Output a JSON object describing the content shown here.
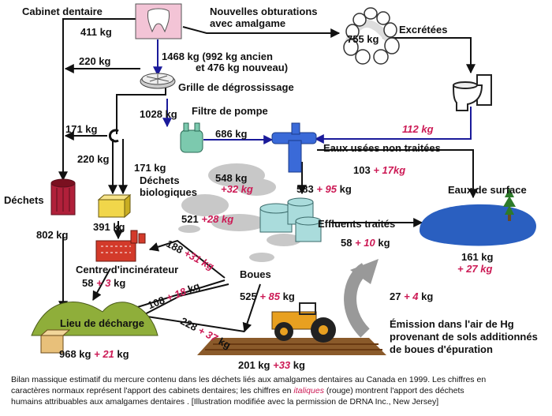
{
  "labels": {
    "cabinet": "Cabinet dentaire",
    "nouvelles": "Nouvelles obturations",
    "avec_amalgame": "avec amalgame",
    "kg411": "411 kg",
    "kg755": "755 kg",
    "excretees": "Excrétées",
    "kg220a": "220 kg",
    "kg1468a": "1468 kg (992 kg ancien",
    "kg1468b": "et 476 kg nouveau)",
    "grille": "Grille de dégrossissage",
    "kg1028": "1028 kg",
    "filtre": "Filtre de pompe",
    "kg171a": "171 kg",
    "kg686": "686 kg",
    "kg112": "112 kg",
    "eaux_usees": "Eaux usées non traitées",
    "kg220b": "220 kg",
    "kg171b": "171 kg",
    "dechets_bio_1": "Déchets",
    "dechets_bio_2": "biologiques",
    "kg548": "548 kg",
    "plus32": "+32 kg",
    "kg103": "103",
    "plus17": "+ 17kg",
    "eaux_surface": "Eaux de surface",
    "dechets": "Déchets",
    "kg583": "583",
    "plus95": "+ 95",
    "kg_unit": "kg",
    "kg521": "521",
    "plus28": "+28 kg",
    "effluents": "Effluents traités",
    "kg391": "391 kg",
    "kg802": "802 kg",
    "kg58b": "58",
    "plus10": "+ 10",
    "kg_unit2": "kg",
    "kg188": "188",
    "plus31": "+31 kg",
    "kg161": "161 kg",
    "plus27": "+ 27 kg",
    "centre": "Centre d'incinérateur",
    "kg58a": "58",
    "plus3": "+ 3",
    "kg_unit3": "kg",
    "boues": "Boues",
    "kg108": "108",
    "plus18": "+ 18",
    "kg_unit4": "kg",
    "kg525": "525",
    "plus85": "+ 85",
    "kg_unit5": "kg",
    "kg27": "27",
    "plus4": "+ 4",
    "kg_unit6": "kg",
    "lieu": "Lieu de décharge",
    "kg228": "228",
    "plus37": "+ 37",
    "kg_unit7": "kg",
    "emission1": "Émission dans l'air de Hg",
    "emission2": "provenant de sols additionnés",
    "emission3": "de boues d'épuration",
    "kg968": "968 kg",
    "plus21": "+ 21",
    "kg_unit8": "kg",
    "kg201": "201 kg",
    "plus33": "+33",
    "kg_unit9": "kg"
  },
  "caption": {
    "line1": "Bilan massique estimatif du mercure contenu dans les déchets liés aux amalgames dentaires  au Canada en 1999. Les chiffres en",
    "line2a": "caractères normaux représent l'apport des cabinets dentaires; les chiffres en ",
    "line2_italic": "italiques",
    "line2b": " (rouge) montrent l'apport des déchets",
    "line3": "humains attribuables aux amalgames dentaires . [Illustration modifiée avec la permission de DRNA Inc., New Jersey]"
  },
  "colors": {
    "dental_arrow": "#111111",
    "human_arrow": "#1a1a9a",
    "italic_red": "#cc1a55",
    "water": "#2a5fc0",
    "tank": "#aadcdc",
    "waste_bin": "#b0203a",
    "incinerator": "#d33a2a",
    "landfill": "#8fae3a",
    "tractor": "#e8a020",
    "soil": "#8a5a2a"
  }
}
